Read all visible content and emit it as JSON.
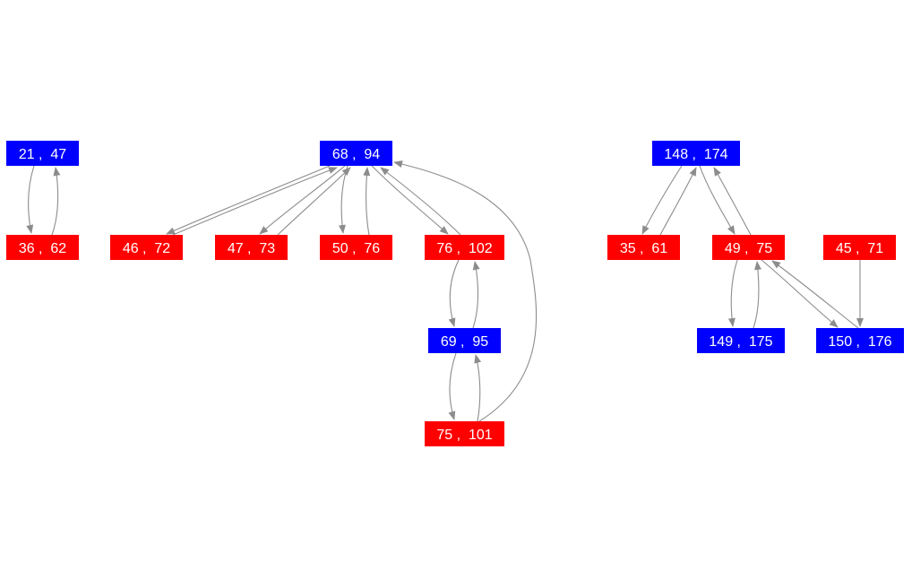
{
  "colors": {
    "blue": "#0000ff",
    "red": "#ff0000",
    "edge": "#8c8c8c",
    "label": "#ffffff"
  },
  "nodes": [
    {
      "id": "n21",
      "label": "21 ,  47",
      "color": "blue"
    },
    {
      "id": "n36",
      "label": "36 ,  62",
      "color": "red"
    },
    {
      "id": "n68",
      "label": "68 ,  94",
      "color": "blue"
    },
    {
      "id": "n46",
      "label": "46 ,  72",
      "color": "red"
    },
    {
      "id": "n47",
      "label": "47 ,  73",
      "color": "red"
    },
    {
      "id": "n50",
      "label": "50 ,  76",
      "color": "red"
    },
    {
      "id": "n76",
      "label": "76 ,  102",
      "color": "red"
    },
    {
      "id": "n69",
      "label": "69 ,  95",
      "color": "blue"
    },
    {
      "id": "n75",
      "label": "75 ,  101",
      "color": "red"
    },
    {
      "id": "n148",
      "label": "148 ,  174",
      "color": "blue"
    },
    {
      "id": "n35",
      "label": "35 ,  61",
      "color": "red"
    },
    {
      "id": "n49",
      "label": "49 ,  75",
      "color": "red"
    },
    {
      "id": "n45",
      "label": "45 ,  71",
      "color": "red"
    },
    {
      "id": "n149",
      "label": "149 ,  175",
      "color": "blue"
    },
    {
      "id": "n150",
      "label": "150 ,  176",
      "color": "blue"
    }
  ],
  "edges": [
    {
      "from": "n21",
      "to": "n36"
    },
    {
      "from": "n36",
      "to": "n21"
    },
    {
      "from": "n68",
      "to": "n46"
    },
    {
      "from": "n46",
      "to": "n68"
    },
    {
      "from": "n68",
      "to": "n47"
    },
    {
      "from": "n47",
      "to": "n68"
    },
    {
      "from": "n68",
      "to": "n50"
    },
    {
      "from": "n50",
      "to": "n68"
    },
    {
      "from": "n68",
      "to": "n76"
    },
    {
      "from": "n76",
      "to": "n68"
    },
    {
      "from": "n76",
      "to": "n69"
    },
    {
      "from": "n69",
      "to": "n76"
    },
    {
      "from": "n69",
      "to": "n75"
    },
    {
      "from": "n75",
      "to": "n69"
    },
    {
      "from": "n75",
      "to": "n68"
    },
    {
      "from": "n148",
      "to": "n35"
    },
    {
      "from": "n35",
      "to": "n148"
    },
    {
      "from": "n148",
      "to": "n49"
    },
    {
      "from": "n49",
      "to": "n148"
    },
    {
      "from": "n49",
      "to": "n149"
    },
    {
      "from": "n149",
      "to": "n49"
    },
    {
      "from": "n49",
      "to": "n150"
    },
    {
      "from": "n150",
      "to": "n49"
    },
    {
      "from": "n45",
      "to": "n150"
    }
  ]
}
